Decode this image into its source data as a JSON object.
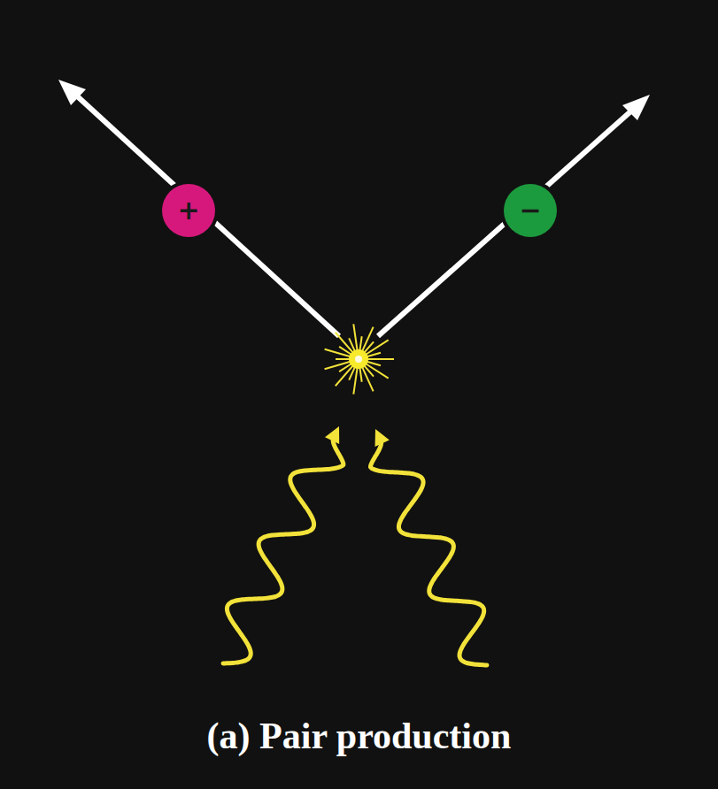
{
  "diagram": {
    "caption": "(a) Pair production",
    "nodes": [
      {
        "text": [
          "+"
        ]
      },
      {
        "text": [
          "−"
        ]
      }
    ]
  }
}
